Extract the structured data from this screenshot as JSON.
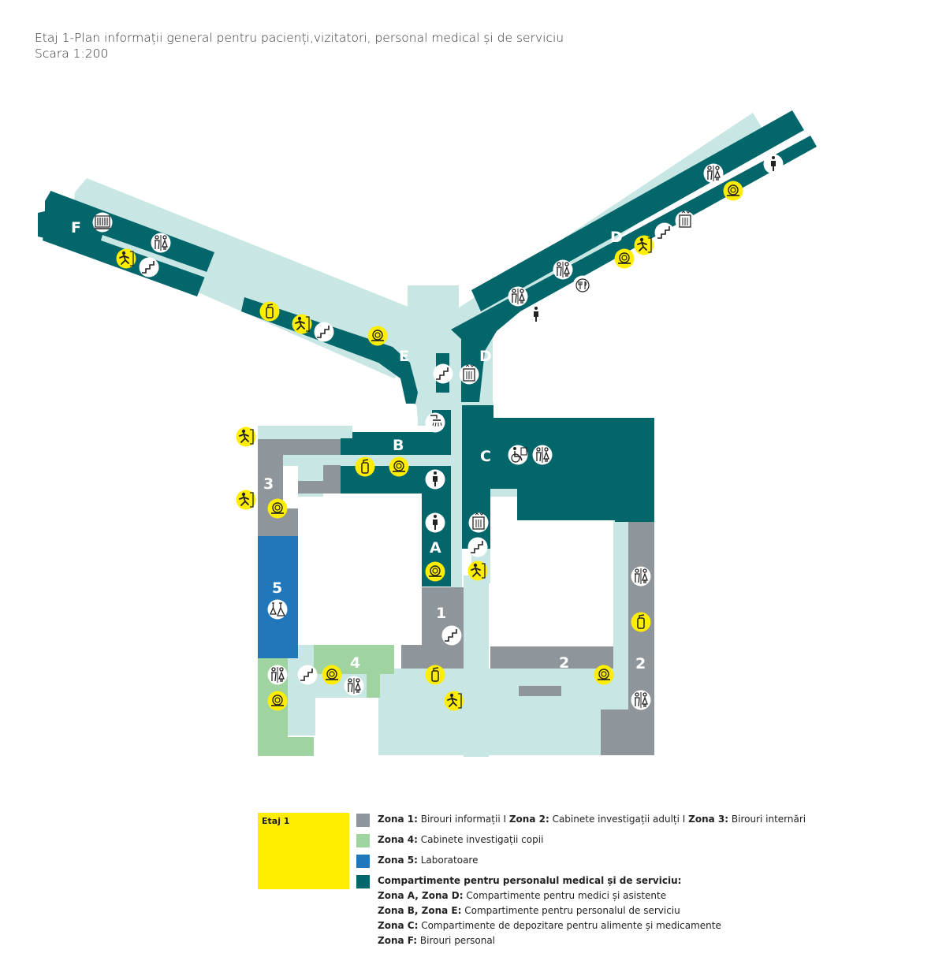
{
  "title": {
    "line1": "Etaj 1-Plan informații general pentru pacienți,vizitatori, personal medical și de serviciu",
    "line2": "Scara 1:200"
  },
  "colors": {
    "corridor": "#c8e6e3",
    "staff": "#02666a",
    "zone_grey": "#8f969b",
    "zone_green": "#9fd4a0",
    "zone_blue": "#2277bb",
    "highlight": "#ffee00",
    "icon_white": "#ffffff"
  },
  "zone_labels": {
    "F": "F",
    "E": "E",
    "D_north": "D",
    "D_center": "D",
    "B": "B",
    "C": "C",
    "A": "A",
    "z1": "1",
    "z2a": "2",
    "z2b": "2",
    "z3": "3",
    "z4": "4",
    "z5": "5"
  },
  "icons": [
    "library-icon",
    "wc-icon",
    "emergency-exit-icon",
    "stairs-icon",
    "fire-extinguisher-icon",
    "fire-hose-icon",
    "elevator-icon",
    "shower-icon",
    "restaurant-icon",
    "person-icon",
    "laboratory-icon",
    "wheelchair-icon"
  ],
  "legend": {
    "box_label": "Etaj 1",
    "row1": {
      "z1": "Zona 1:",
      "t1": " Birouri informații  I  ",
      "z2": "Zona 2:",
      "t2": " Cabinete investigații adulți  I ",
      "z3": "Zona 3:",
      "t3": " Birouri internări"
    },
    "row2": {
      "zone": "Zona 4:",
      "text": " Cabinete investigații copii"
    },
    "row3": {
      "zone": "Zona 5:",
      "text": " Laboratoare"
    },
    "row4": {
      "zone": "Compartimente pentru personalul medical și de serviciu:"
    },
    "row5": {
      "zone": "Zona A, Zona D:",
      "text": " Compartimente pentru medici și asistente"
    },
    "row6": {
      "zone": "Zona B, Zona E:",
      "text": " Compartimente pentru personalul de serviciu"
    },
    "row7": {
      "zone": "Zona C:",
      "text": " Compartimente de depozitare pentru alimente și medicamente"
    },
    "row8": {
      "zone": "Zona F:",
      "text": " Birouri personal"
    }
  }
}
